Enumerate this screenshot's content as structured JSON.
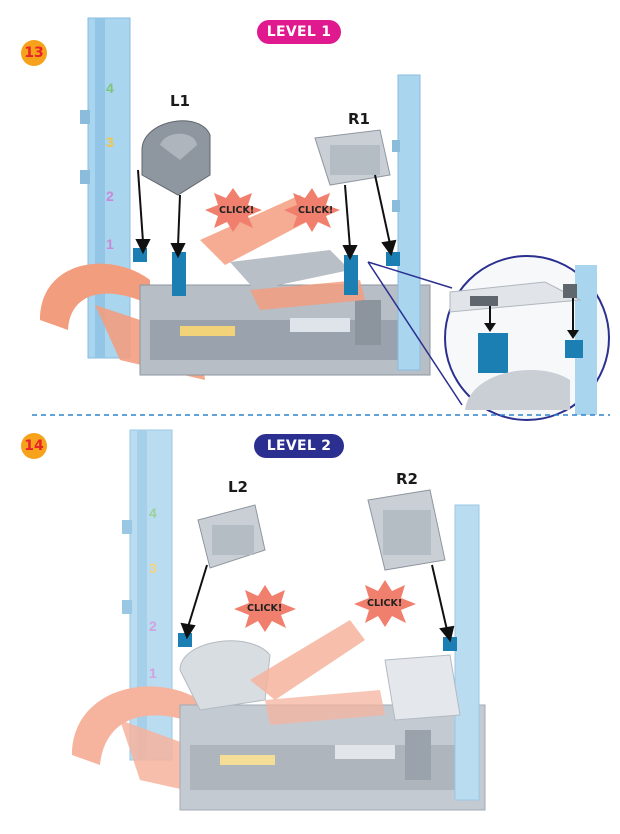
{
  "step1": {
    "number": "13",
    "level_label": "LEVEL 1",
    "level_color": "#e0198f",
    "left_part": "L1",
    "right_part": "R1",
    "click1": "CLICK!",
    "click2": "CLICK!"
  },
  "step2": {
    "number": "14",
    "level_label": "LEVEL 2",
    "level_color": "#2b2f8f",
    "left_part": "L2",
    "right_part": "R2",
    "click1": "CLICK!",
    "click2": "CLICK!"
  },
  "colors": {
    "badge": "#f6a21a",
    "badge_text": "#e8232a",
    "tower": "#a9d5ef",
    "track": "#f39d7f",
    "base": "#9aa3ad",
    "blue_clip": "#1c7fb3",
    "divider": "#2f84c8",
    "zoom_circle": "#2b2f8f"
  },
  "tower_digits": [
    "4",
    "3",
    "2",
    "1"
  ]
}
